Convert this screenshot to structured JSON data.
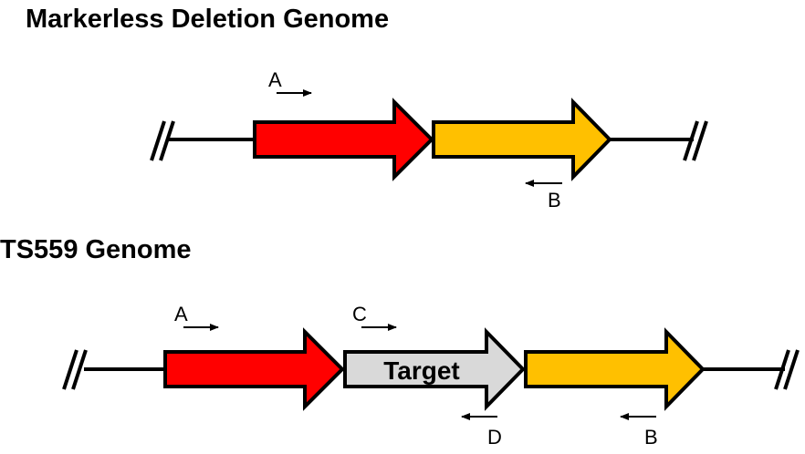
{
  "colors": {
    "gene_red": "#ff0000",
    "gene_orange": "#ffc000",
    "gene_target": "#d9d9d9",
    "outline": "#000000"
  },
  "panels": [
    {
      "title": "Markerless Deletion Genome",
      "genes": [
        {
          "color": "gene_red",
          "label": ""
        },
        {
          "color": "gene_orange",
          "label": ""
        }
      ],
      "primers": [
        {
          "name": "A",
          "direction": "forward"
        },
        {
          "name": "B",
          "direction": "reverse"
        }
      ]
    },
    {
      "title": "TS559 Genome",
      "genes": [
        {
          "color": "gene_red",
          "label": ""
        },
        {
          "color": "gene_target",
          "label": "Target"
        },
        {
          "color": "gene_orange",
          "label": ""
        }
      ],
      "primers": [
        {
          "name": "A",
          "direction": "forward"
        },
        {
          "name": "C",
          "direction": "forward"
        },
        {
          "name": "D",
          "direction": "reverse"
        },
        {
          "name": "B",
          "direction": "reverse"
        }
      ]
    }
  ]
}
